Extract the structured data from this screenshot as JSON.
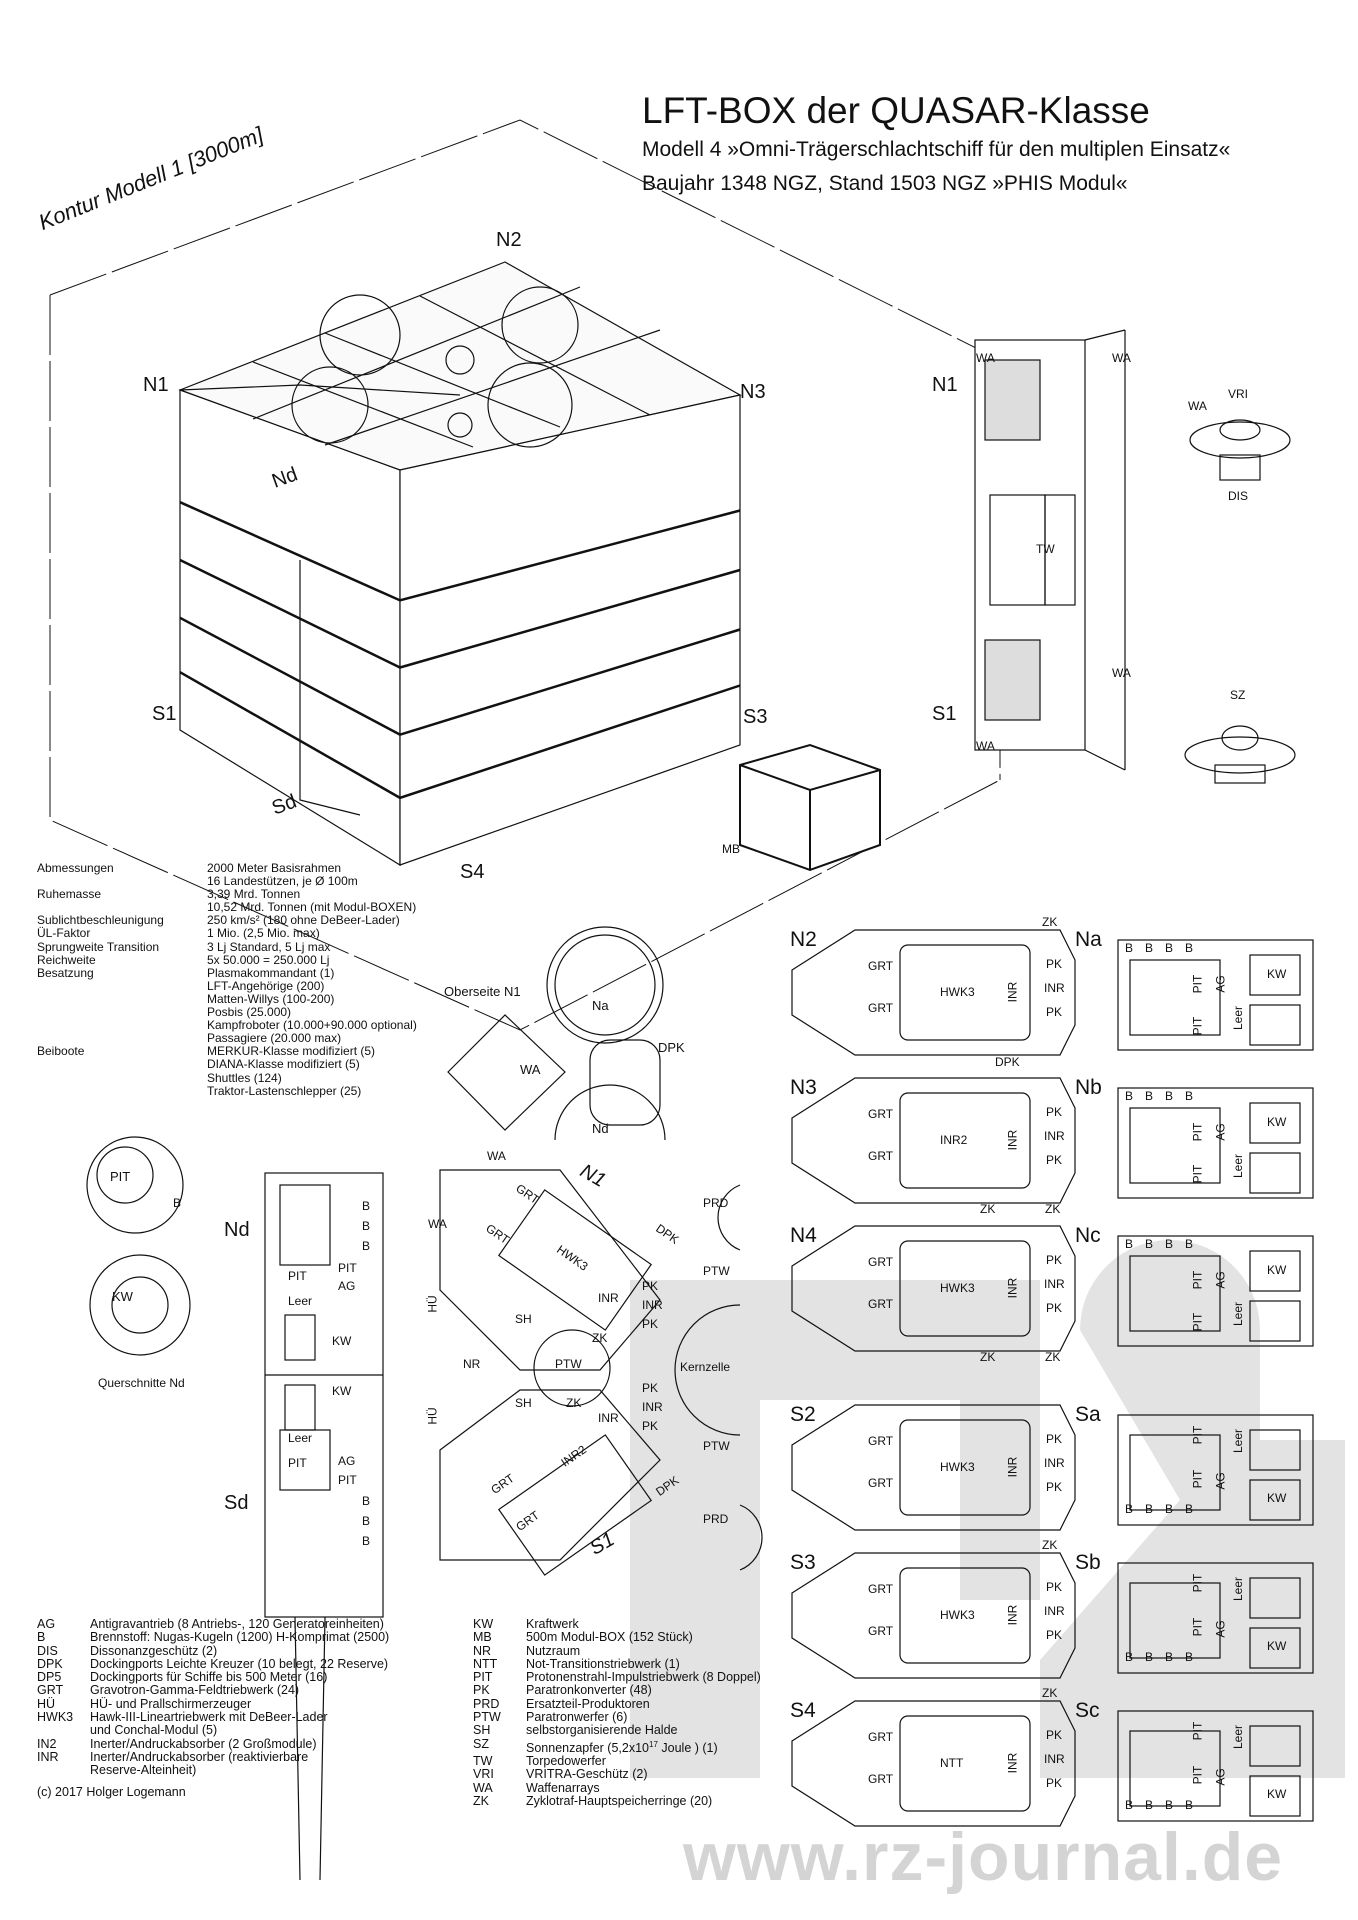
{
  "header": {
    "title": "LFT-BOX der QUASAR-Klasse",
    "subtitle_1": "Modell 4 »Omni-Trägerschlachtschiff für den multiplen Einsatz«",
    "subtitle_2": "Baujahr 1348 NGZ, Stand 1503 NGZ »PHIS Modul«"
  },
  "kontur_label": "Kontur Modell 1 [3000m]",
  "cube_labels": {
    "n1": "N1",
    "n2": "N2",
    "n3": "N3",
    "nd": "Nd",
    "s1": "S1",
    "s3": "S3",
    "sd": "Sd",
    "s4": "S4",
    "mb": "MB"
  },
  "side_view": {
    "n1": "N1",
    "s1": "S1",
    "wa": "WA",
    "tw": "TW",
    "vri": "VRI",
    "dis": "DIS",
    "sz": "SZ"
  },
  "specs": [
    {
      "label": "Abmessungen",
      "values": [
        "2000 Meter Basisrahmen",
        "16 Landestützen, je Ø 100m"
      ]
    },
    {
      "label": "Ruhemasse",
      "values": [
        "3,39 Mrd. Tonnen",
        "10,52 Mrd. Tonnen (mit Modul-BOXEN)"
      ]
    },
    {
      "label": "Sublichtbeschleunigung",
      "values": [
        "250 km/s² (180 ohne DeBeer-Lader)"
      ]
    },
    {
      "label": "ÜL-Faktor",
      "values": [
        "1 Mio. (2,5 Mio. max)"
      ]
    },
    {
      "label": "Sprungweite Transition",
      "values": [
        "3 Lj Standard, 5 Lj max"
      ]
    },
    {
      "label": "Reichweite",
      "values": [
        "5x 50.000 = 250.000 Lj"
      ]
    },
    {
      "label": "Besatzung",
      "values": [
        "Plasmakommandant (1)",
        "LFT-Angehörige (200)",
        "Matten-Willys (100-200)",
        "Posbis (25.000)",
        "Kampfroboter (10.000+90.000 optional)",
        "Passagiere (20.000 max)"
      ]
    },
    {
      "label": "Beiboote",
      "values": [
        "MERKUR-Klasse modifiziert (5)",
        "DIANA-Klasse modifiziert (5)",
        "Shuttles (124)",
        "Traktor-Lastenschlepper (25)"
      ]
    }
  ],
  "oberseite": {
    "title": "Oberseite N1",
    "na": "Na",
    "nd": "Nd",
    "wa": "WA",
    "dpk": "DPK"
  },
  "cross_sections": {
    "pit": "PIT",
    "b": "B",
    "kw": "KW",
    "caption": "Querschnitte Nd"
  },
  "nd_sd": {
    "nd": "Nd",
    "sd": "Sd",
    "b": "B",
    "pit": "PIT",
    "ag": "AG",
    "leer": "Leer",
    "kw": "KW"
  },
  "center": {
    "wa": "WA",
    "n1": "N1",
    "s1": "S1",
    "grt": "GRT",
    "hwk3": "HWK3",
    "inr2": "INR2",
    "dpk": "DPK",
    "inr": "INR",
    "pk": "PK",
    "zk": "ZK",
    "sh": "SH",
    "nr": "NR",
    "ptw": "PTW",
    "prd": "PRD",
    "hu": "HÜ",
    "kernzelle": "Kernzelle"
  },
  "modules": [
    {
      "name": "N2",
      "core": "HWK3",
      "zk_top": "ZK",
      "zk_bottom": "",
      "dpk": "",
      "side": "Na",
      "flip": false
    },
    {
      "name": "N3",
      "core": "INR2",
      "zk_top": "",
      "zk_bottom": "ZK",
      "dpk": "DPK",
      "side": "Nb",
      "flip": false
    },
    {
      "name": "N4",
      "core": "HWK3",
      "zk_top": "",
      "zk_bottom": "ZK",
      "dpk": "",
      "side": "Nc",
      "flip": false
    },
    {
      "name": "S2",
      "core": "HWK3",
      "zk_top": "",
      "zk_bottom": "",
      "dpk": "",
      "side": "Sa",
      "flip": true
    },
    {
      "name": "S3",
      "core": "HWK3",
      "zk_top": "ZK",
      "zk_bottom": "",
      "dpk": "",
      "side": "Sb",
      "flip": true
    },
    {
      "name": "S4",
      "core": "NTT",
      "zk_top": "ZK",
      "zk_bottom": "",
      "dpk": "",
      "side": "Sc",
      "flip": true
    }
  ],
  "module_labels": {
    "grt": "GRT",
    "inr": "INR",
    "pk": "PK",
    "b": "B",
    "pit": "PIT",
    "ag": "AG",
    "leer": "Leer",
    "kw": "KW"
  },
  "legend_left": [
    {
      "abbr": "AG",
      "desc": "Antigravantrieb (8 Antriebs-, 120 Generatoreinheiten)"
    },
    {
      "abbr": "B",
      "desc": "Brennstoff: Nugas-Kugeln (1200) H-Komprimat (2500)"
    },
    {
      "abbr": "DIS",
      "desc": "Dissonanzgeschütz (2)"
    },
    {
      "abbr": "DPK",
      "desc": "Dockingports Leichte Kreuzer (10 belegt, 22 Reserve)"
    },
    {
      "abbr": "DP5",
      "desc": "Dockingports für Schiffe bis 500 Meter (16)"
    },
    {
      "abbr": "GRT",
      "desc": "Gravotron-Gamma-Feldtriebwerk (24)"
    },
    {
      "abbr": "HÜ",
      "desc": "HÜ- und Prallschirmerzeuger"
    },
    {
      "abbr": "HWK3",
      "desc": "Hawk-III-Lineartriebwerk mit DeBeer-Lader",
      "desc2": "und Conchal-Modul (5)"
    },
    {
      "abbr": "IN2",
      "desc": "Inerter/Andruckabsorber (2 Großmodule)"
    },
    {
      "abbr": "INR",
      "desc": "Inerter/Andruckabsorber (reaktivierbare",
      "desc2": "Reserve-Alteinheit)"
    }
  ],
  "legend_right": [
    {
      "abbr": "KW",
      "desc": "Kraftwerk"
    },
    {
      "abbr": "MB",
      "desc": "500m Modul-BOX (152 Stück)"
    },
    {
      "abbr": "NR",
      "desc": "Nutzraum"
    },
    {
      "abbr": "NTT",
      "desc": "Not-Transitionstriebwerk (1)"
    },
    {
      "abbr": "PIT",
      "desc": "Protonenstrahl-Impulstriebwerk (8 Doppel)"
    },
    {
      "abbr": "PK",
      "desc": "Paratronkonverter (48)"
    },
    {
      "abbr": "PRD",
      "desc": "Ersatzteil-Produktoren"
    },
    {
      "abbr": "PTW",
      "desc": "Paratronwerfer (6)"
    },
    {
      "abbr": "SH",
      "desc": "selbstorganisierende Halde"
    },
    {
      "abbr": "SZ",
      "desc": "Sonnenzapfer (5,2x10",
      "sup": "17",
      "desc_tail": " Joule ) (1)"
    },
    {
      "abbr": "TW",
      "desc": "Torpedowerfer"
    },
    {
      "abbr": "VRI",
      "desc": "VRITRA-Geschütz (2)"
    },
    {
      "abbr": "WA",
      "desc": "Waffenarrays"
    },
    {
      "abbr": "ZK",
      "desc": "Zyklotraf-Hauptspeicherringe (20)"
    }
  ],
  "copyright": "(c) 2017 Holger Logemann",
  "watermark": "www.rz-journal.de",
  "colors": {
    "line": "#111111",
    "watermark": "#d4d4d4",
    "bg_logo": "#e3e3e3"
  }
}
